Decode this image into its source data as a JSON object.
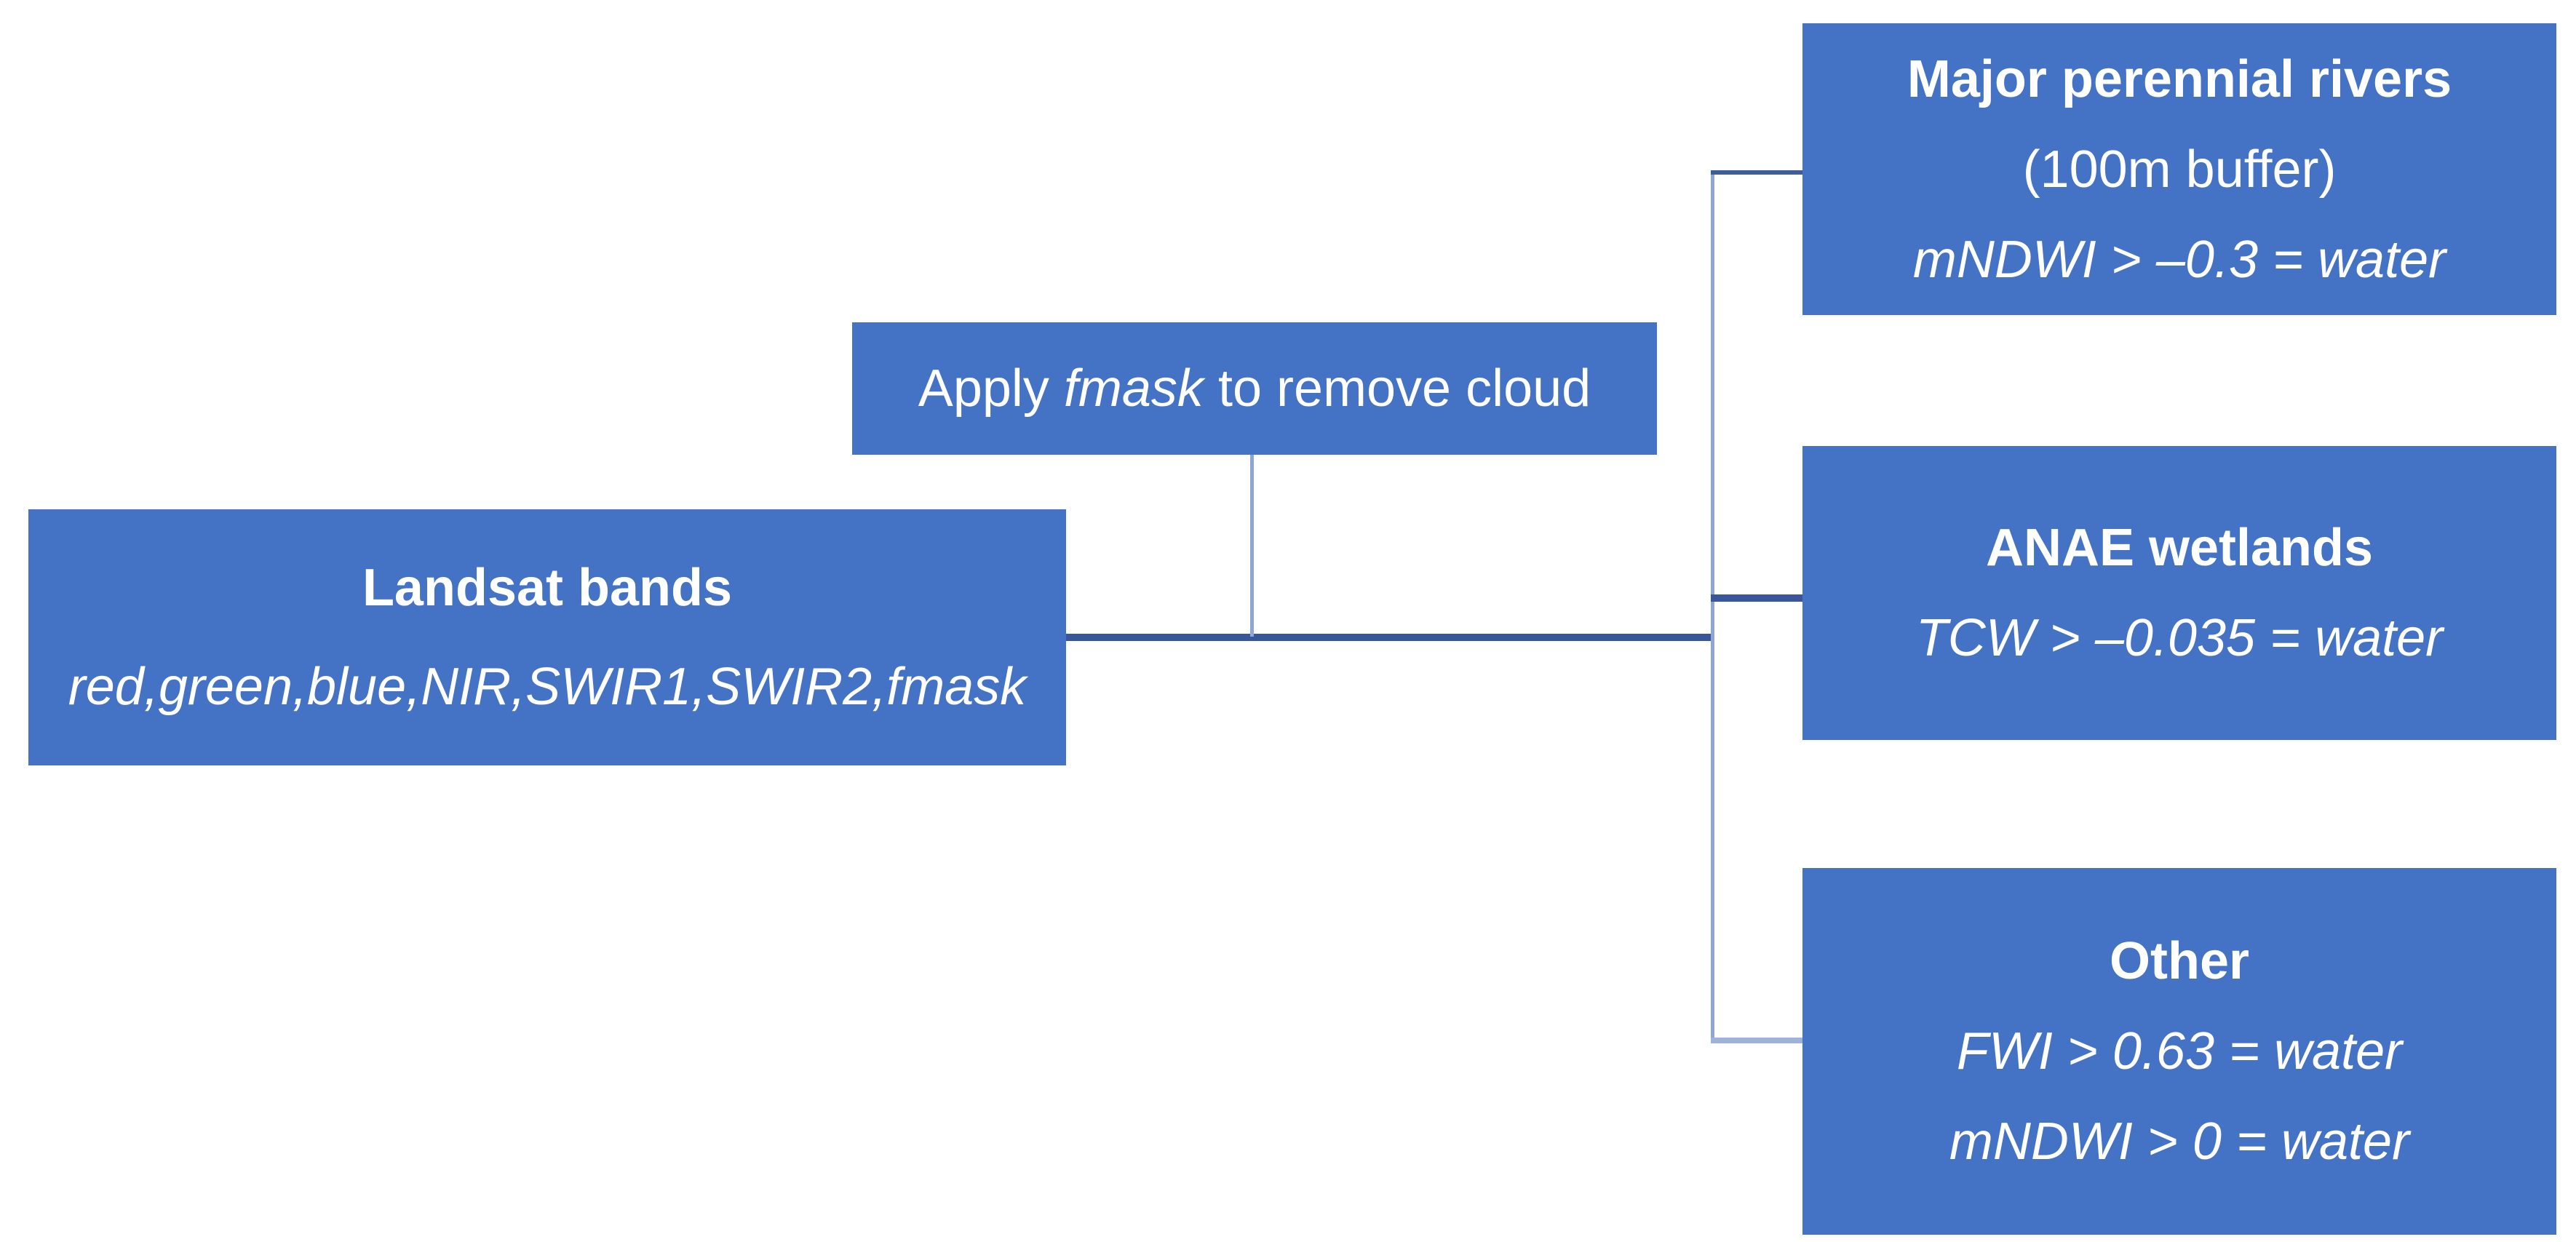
{
  "diagram": {
    "colors": {
      "box_fill": "#4472C4",
      "text": "#FFFFFF",
      "connector_dark": "#3A569B",
      "connector_light": "#8EA6D3",
      "connector_light_strong": "#9FB3D8"
    },
    "landsat": {
      "title": "Landsat bands",
      "bands": "red,green,blue,NIR,SWIR1,SWIR2,fmask"
    },
    "process": {
      "prefix": "Apply ",
      "emphasis": "fmask",
      "suffix": " to remove cloud"
    },
    "outputs": {
      "rivers": {
        "title": "Major perennial rivers",
        "subtitle": "(100m buffer)",
        "rule": "mNDWI > –0.3 = water"
      },
      "wetlands": {
        "title": "ANAE wetlands",
        "rule": "TCW > –0.035 = water"
      },
      "other": {
        "title": "Other",
        "rule1": "FWI > 0.63 = water",
        "rule2": "mNDWI > 0 = water"
      }
    }
  }
}
